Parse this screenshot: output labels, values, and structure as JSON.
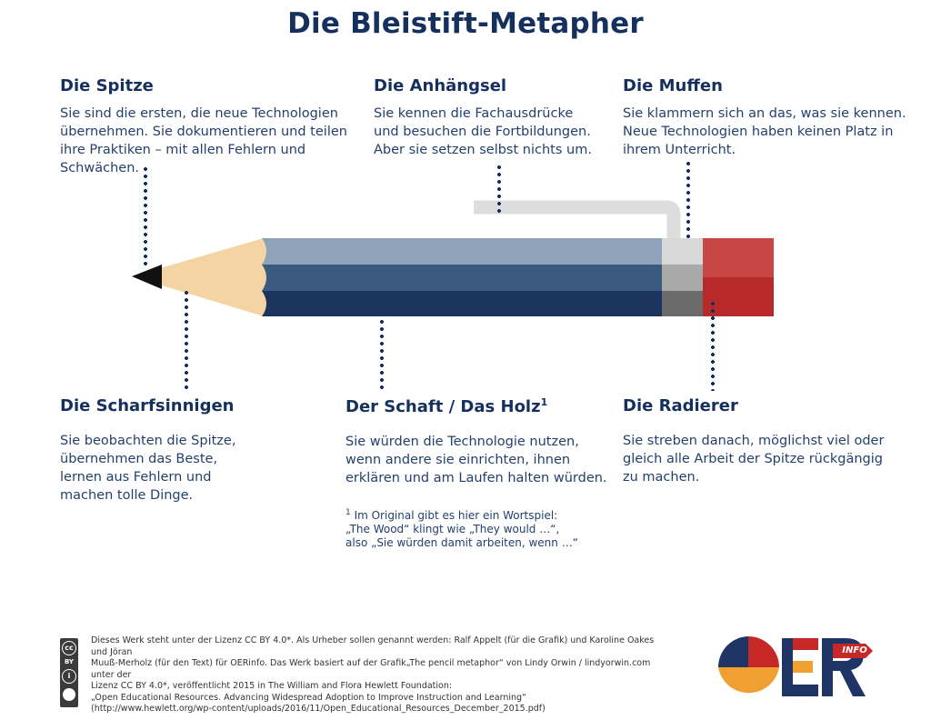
{
  "title": "Die Bleistift-Metapher",
  "sections": {
    "spitze": {
      "heading": "Die Spitze",
      "lines": [
        "Sie sind die ersten, die neue Technologien",
        "übernehmen. Sie dokumentieren und teilen",
        "ihre Praktiken – mit allen Fehlern und",
        "Schwächen."
      ]
    },
    "anhaengsel": {
      "heading": "Die Anhängsel",
      "lines": [
        "Sie kennen die Fachausdrücke",
        "und besuchen die Fortbildungen.",
        "Aber sie setzen selbst nichts um."
      ]
    },
    "muffen": {
      "heading": "Die Muffen",
      "lines": [
        "Sie klammern sich an das, was sie kennen.",
        "Neue Technologien haben keinen Platz in",
        "ihrem Unterricht."
      ]
    },
    "scharfsinnigen": {
      "heading": "Die Scharfsinnigen",
      "lines": [
        "Sie beobachten die Spitze,",
        "übernehmen das Beste,",
        "lernen aus Fehlern und",
        "machen tolle Dinge."
      ]
    },
    "schaft": {
      "heading": "Der Schaft / Das Holz",
      "heading_sup": "1",
      "lines": [
        "Sie würden die Technologie nutzen,",
        "wenn andere sie einrichten, ihnen",
        "erklären und am Laufen halten würden."
      ]
    },
    "radierer": {
      "heading": "Die Radierer",
      "lines": [
        "Sie streben danach, möglichst viel oder",
        "gleich alle Arbeit der Spitze rückgängig",
        "zu machen."
      ]
    }
  },
  "footnote": {
    "marker": "1",
    "lines": [
      "Im Original gibt es hier ein Wortspiel:",
      "„The Wood“ klingt wie „They would …“,",
      "also „Sie würden damit arbeiten, wenn …“"
    ]
  },
  "license": {
    "lines": [
      "Dieses Werk steht unter der Lizenz CC BY 4.0*. Als Urheber sollen genannt werden: Ralf Appelt (für die Grafik) und Karoline Oakes und Jöran",
      "Muuß-Merholz (für den Text) für OERinfo. Das Werk basiert auf der Grafik„The pencil metaphor“ von Lindy Orwin / lindyorwin.com unter der",
      "Lizenz CC BY 4.0*, veröffentlicht 2015 in The William and Flora Hewlett Foundation:",
      "„Open Educational Resources. Advancing Widespread Adoption to Improve Instruction and Learning“",
      "(http://www.hewlett.org/wp-content/uploads/2016/11/Open_Educational_Resources_December_2015.pdf)"
    ],
    "badge_text": [
      "cc",
      "BY",
      "i"
    ]
  },
  "logo": {
    "letters": "OER",
    "tag": "INFO",
    "colors": {
      "navy": "#1f3566",
      "red": "#c62828",
      "orange": "#f0a030"
    }
  },
  "colors": {
    "title": "#16305e",
    "pencil_light": "#8ea3ba",
    "pencil_mid": "#3c5a80",
    "pencil_dark": "#1c355f",
    "wood": "#f3d4a2",
    "graphite": "#111111",
    "ferrule": [
      "#d8d8d8",
      "#a9a9a9",
      "#6b6b6b"
    ],
    "eraser": [
      "#c94646",
      "#b82a2a"
    ],
    "clip": "#dddddd"
  }
}
